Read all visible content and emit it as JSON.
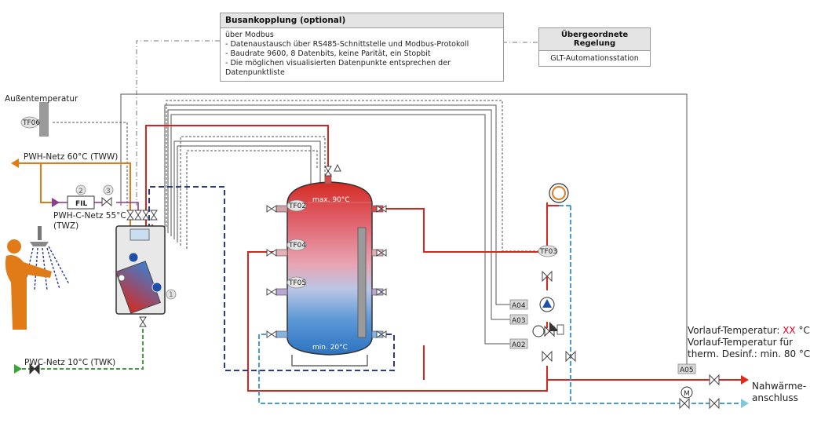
{
  "bus": {
    "title": "Busankopplung (optional)",
    "lines": [
      "über Modbus",
      "- Datenaustausch über RS485-Schnittstelle und Modbus-Protokoll",
      "- Baudrate 9600, 8 Datenbits, keine Parität, ein Stopbit",
      "- Die möglichen visualisierten Datenpunkte entsprechen der Datenpunktliste"
    ]
  },
  "glt": {
    "title": "Übergeordnete Regelung",
    "subtitle": "GLT-Automationsstation"
  },
  "labels": {
    "aussentemperatur": "Außentemperatur",
    "pwh": "PWH-Netz 60°C (TWW)",
    "pwhc_1": "PWH-C-Netz 55°C",
    "pwhc_2": "(TWZ)",
    "pwc": "PWC-Netz 10°C (TWK)",
    "fil": "FIL",
    "num1": "1",
    "num2": "2",
    "num3": "3",
    "max": "max. 90°C",
    "min": "min. 20°C",
    "motor": "M"
  },
  "sensors": {
    "tf06": "TF06",
    "tf02": "TF02",
    "tf04": "TF04",
    "tf05": "TF05",
    "tf03": "TF03"
  },
  "outputs": {
    "a04": "A04",
    "a03": "A03",
    "a02": "A02",
    "a05": "A05"
  },
  "vorlauf": {
    "line1_prefix": "Vorlauf-Temperatur: ",
    "line1_value": "XX",
    "line1_unit": " °C",
    "line2": "Vorlauf-Temperatur für",
    "line3": "therm. Desinf.: min. 80 °C"
  },
  "nahwaerme": {
    "line1": "Nahwärme-",
    "line2": "anschluss"
  },
  "colors": {
    "supply": "#d9251d",
    "return": "#4a9ad6",
    "hot_water": "#e07b18",
    "cold_water": "#3aa43a",
    "circulation": "#8a3d91",
    "signal": "#555555",
    "bus": "#777777"
  }
}
